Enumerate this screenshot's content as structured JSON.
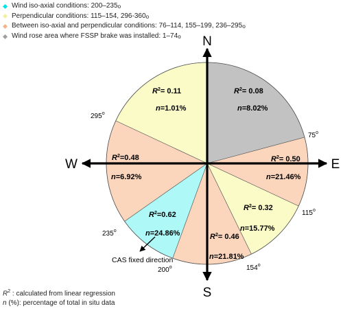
{
  "legend": [
    {
      "label": "Wind iso-axial conditions: 200–235",
      "unit": "o",
      "color": "#00e5e5"
    },
    {
      "label": "Perpendicular conditions: 115–154, 296-360",
      "unit": "o",
      "color": "#f0f0a0"
    },
    {
      "label": "Between iso-axial and perpendicular conditions: 76–114, 155–199, 236–295",
      "unit": "o",
      "color": "#f3b48c"
    },
    {
      "label": "Wind rose area where FSSP brake was installed: 1–74",
      "unit": "o",
      "color": "#a0a0a0"
    }
  ],
  "colors": {
    "iso_axial": "#aef8f8",
    "perpendicular": "#fbfbc8",
    "between": "#fbd6bd",
    "fssp": "#c2c2c2",
    "outline": "#555555",
    "axis": "#000000"
  },
  "compass": {
    "north": "N",
    "south": "S",
    "east": "E",
    "west": "W"
  },
  "sector_labels": [
    {
      "r2_symbol": "R",
      "r2_exp": "2",
      "r2_value": "= 0.08",
      "n_symbol": "n",
      "n_value": "=8.02%"
    },
    {
      "r2_symbol": "R",
      "r2_exp": "2",
      "r2_value": "= 0.50",
      "n_symbol": "n",
      "n_value": "=21.46%"
    },
    {
      "r2_symbol": "R",
      "r2_exp": "2",
      "r2_value": "= 0.32",
      "n_symbol": "n",
      "n_value": "=15.77%"
    },
    {
      "r2_symbol": "R",
      "r2_exp": "2",
      "r2_value": "= 0.46",
      "n_symbol": "n",
      "n_value": "=21.81%"
    },
    {
      "r2_symbol": "R",
      "r2_exp": "2",
      "r2_value": "=0.62",
      "n_symbol": "n",
      "n_value": "=24.86%"
    },
    {
      "r2_symbol": "R",
      "r2_exp": "2",
      "r2_value": "=0.48",
      "n_symbol": "n",
      "n_value": "=6.92%"
    },
    {
      "r2_symbol": "R",
      "r2_exp": "2",
      "r2_value": "= 0.11",
      "n_symbol": "n",
      "n_value": "=1.01%"
    }
  ],
  "angle_ticks": [
    {
      "value": "75",
      "unit": "o"
    },
    {
      "value": "115",
      "unit": "o"
    },
    {
      "value": "154",
      "unit": "o"
    },
    {
      "value": "200",
      "unit": "o"
    },
    {
      "value": "235",
      "unit": "o"
    },
    {
      "value": "295",
      "unit": "o"
    }
  ],
  "sectors": [
    {
      "from": 0,
      "to": 75,
      "class": "fssp"
    },
    {
      "from": 75,
      "to": 115,
      "class": "between"
    },
    {
      "from": 115,
      "to": 154,
      "class": "perpendicular"
    },
    {
      "from": 154,
      "to": 200,
      "class": "between"
    },
    {
      "from": 200,
      "to": 235,
      "class": "iso_axial"
    },
    {
      "from": 235,
      "to": 295,
      "class": "between"
    },
    {
      "from": 295,
      "to": 360,
      "class": "perpendicular"
    }
  ],
  "cas_annotation": "CAS fixed direction",
  "notes": {
    "r2_symbol": "R",
    "r2_exp": "2",
    "r2_text": " : calculated from linear regression",
    "n_symbol": "n",
    "n_text": " (%): percentage of total in situ data"
  }
}
